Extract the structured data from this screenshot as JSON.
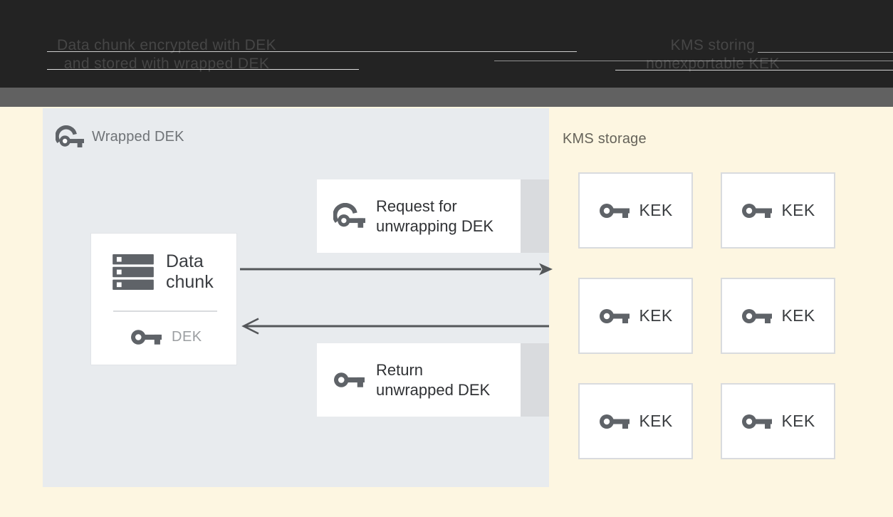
{
  "figure": {
    "header": {
      "left_caption_line1": "Data chunk encrypted with DEK",
      "left_caption_line2": "and stored with wrapped DEK",
      "right_caption_line1": "KMS storing",
      "right_caption_line2": "nonexportable KEK"
    },
    "wrapped_dek_panel": {
      "label": "Wrapped DEK"
    },
    "data_chunk_box": {
      "line1": "Data",
      "line2": "chunk",
      "key_label": "DEK"
    },
    "request_box": {
      "line1": "Request for",
      "line2": "unwrapping DEK"
    },
    "return_box": {
      "line1": "Return",
      "line2": "unwrapped DEK"
    },
    "kms_panel": {
      "label": "KMS storage",
      "kek_label": "KEK",
      "kek_count": 6
    },
    "icons": {
      "wrapped_key": "wrapped-key-icon",
      "key": "key-icon",
      "storage": "storage-icon",
      "arrow_right": "right-arrow",
      "arrow_left": "left-arrow"
    },
    "colors": {
      "header_bg": "#232323",
      "header_text": "#464646",
      "subheader_bg": "#616161",
      "canvas_bg": "#fdf6e1",
      "panel_bg": "#e8ebee",
      "box_bg": "#ffffff",
      "box_strip": "#d9dbde",
      "border_gray": "#d9dbde",
      "icon_gray": "#5f6368",
      "arrow_gray": "#54575a",
      "text_dark": "#303235",
      "text_muted": "#9b9ea1"
    }
  }
}
